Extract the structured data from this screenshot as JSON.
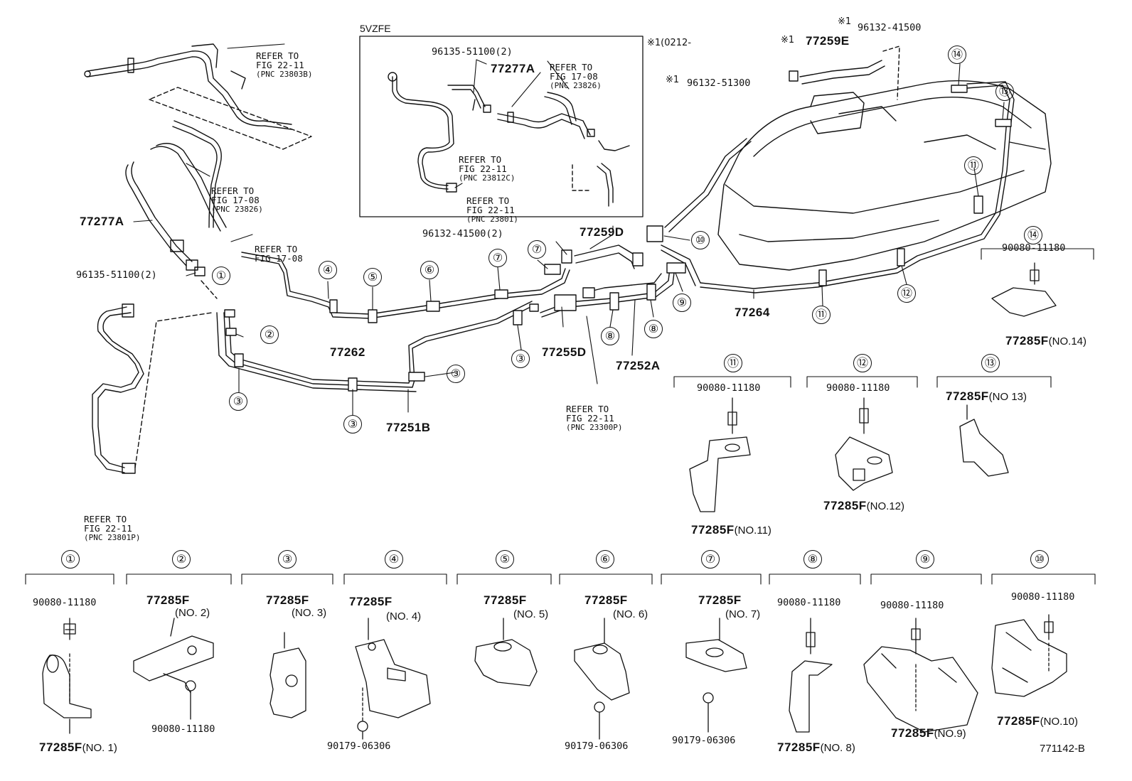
{
  "diagram_code": "771142-B",
  "inset": {
    "title": "5VZFE"
  },
  "notes": {
    "marker": "※1",
    "date_fragment": "※1(0212-"
  },
  "refs": {
    "r_23803b": {
      "line1": "REFER TO",
      "line2": "FIG 22-11",
      "line3": "(PNC 23803B)"
    },
    "r_1708_a": {
      "line1": "REFER TO",
      "line2": "FIG 17-08",
      "line3": "(PNC 23826)"
    },
    "r_1708_b": {
      "line1": "REFER TO",
      "line2": "FIG 17-08"
    },
    "r_23801p": {
      "line1": "REFER TO",
      "line2": "FIG 22-11",
      "line3": "(PNC 23801P)"
    },
    "r_23300p": {
      "line1": "REFER TO",
      "line2": "FIG 22-11",
      "line3": "(PNC 23300P)"
    },
    "inset_1708": {
      "line1": "REFER TO",
      "line2": "FIG 17-08",
      "line3": "(PNC 23826)"
    },
    "inset_23812c": {
      "line1": "REFER TO",
      "line2": "FIG 22-11",
      "line3": "(PNC 23812C)"
    },
    "inset_23801": {
      "line1": "REFER TO",
      "line2": "FIG 22-11",
      "line3": "(PNC 23801)"
    }
  },
  "parts": {
    "p77277a_main": "77277A",
    "p77277a_inset": "77277A",
    "p96135_main": "96135-51100(2)",
    "p96135_inset": "96135-51100(2)",
    "p96132_41500_2": "96132-41500(2)",
    "p77259d": "77259D",
    "p77259e": "77259E",
    "p96132_41500": "96132-41500",
    "p96132_51300": "96132-51300",
    "p77262": "77262",
    "p77255d": "77255D",
    "p77252a": "77252A",
    "p77251b": "77251B",
    "p77264": "77264"
  },
  "callouts": [
    "①",
    "②",
    "③",
    "④",
    "⑤",
    "⑥",
    "⑦",
    "⑧",
    "⑨",
    "⑩",
    "⑪",
    "⑫",
    "⑬",
    "⑭"
  ],
  "details": {
    "d1": {
      "num": "①",
      "bolt": "90080-11180",
      "part": "77285F",
      "suffix": "(NO. 1)"
    },
    "d2": {
      "num": "②",
      "part": "77285F",
      "sub": "(NO. 2)",
      "bolt": "90080-11180"
    },
    "d3": {
      "num": "③",
      "part": "77285F",
      "sub": "(NO. 3)"
    },
    "d4": {
      "num": "④",
      "part": "77285F",
      "sub": "(NO. 4)",
      "bolt": "90179-06306"
    },
    "d5": {
      "num": "⑤",
      "part": "77285F",
      "sub": "(NO. 5)"
    },
    "d6": {
      "num": "⑥",
      "part": "77285F",
      "sub": "(NO. 6)",
      "bolt": "90179-06306"
    },
    "d7": {
      "num": "⑦",
      "part": "77285F",
      "sub": "(NO. 7)",
      "bolt": "90179-06306"
    },
    "d8": {
      "num": "⑧",
      "bolt": "90080-11180",
      "part": "77285F",
      "suffix": "(NO. 8)"
    },
    "d9": {
      "num": "⑨",
      "bolt": "90080-11180",
      "part": "77285F",
      "suffix": "(NO.9)"
    },
    "d10": {
      "num": "⑩",
      "bolt": "90080-11180",
      "part": "77285F",
      "suffix": "(NO.10)"
    },
    "d11": {
      "num": "⑪",
      "bolt": "90080-11180",
      "part": "77285F",
      "suffix": "(NO.11)"
    },
    "d12": {
      "num": "⑫",
      "bolt": "90080-11180",
      "part": "77285F",
      "suffix": "(NO.12)"
    },
    "d13": {
      "num": "⑬",
      "part": "77285F",
      "suffix": "(NO 13)"
    },
    "d14": {
      "num": "⑭",
      "bolt": "90080-11180",
      "part": "77285F",
      "suffix": "(NO.14)"
    }
  }
}
